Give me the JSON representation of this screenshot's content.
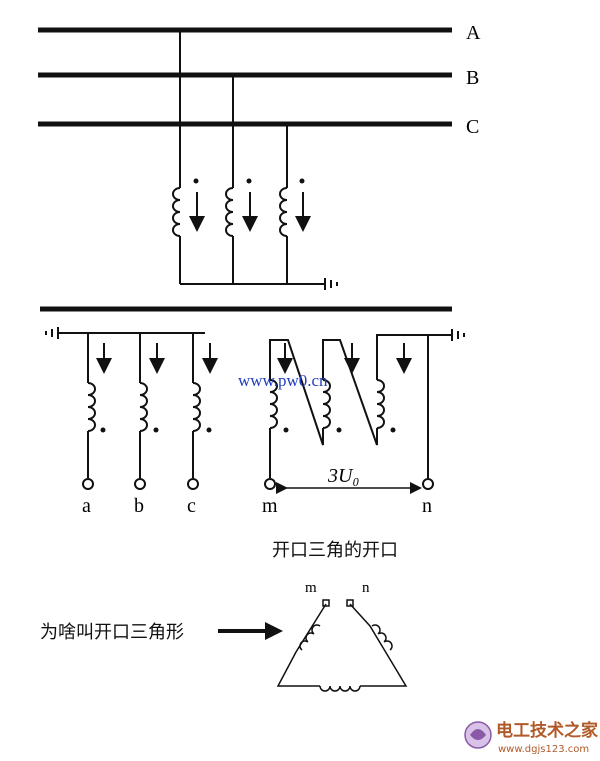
{
  "bus_labels": [
    "A",
    "B",
    "C"
  ],
  "terminals": {
    "a": "a",
    "b": "b",
    "c": "c",
    "m": "m",
    "n": "n"
  },
  "voltage_label": "3U₀",
  "watermark": "www.pw0.cn",
  "open_delta_title": "开口三角的开口",
  "question_label": "为啥叫开口三角形",
  "open_delta_terminals": {
    "m": "m",
    "n": "n"
  },
  "footer": {
    "site_name": "电工技术之家",
    "site_url": "www.dgjs123.com"
  },
  "colors": {
    "line": "#111111",
    "watermark": "#1f3fbf",
    "footer_text": "#b05a2a"
  }
}
